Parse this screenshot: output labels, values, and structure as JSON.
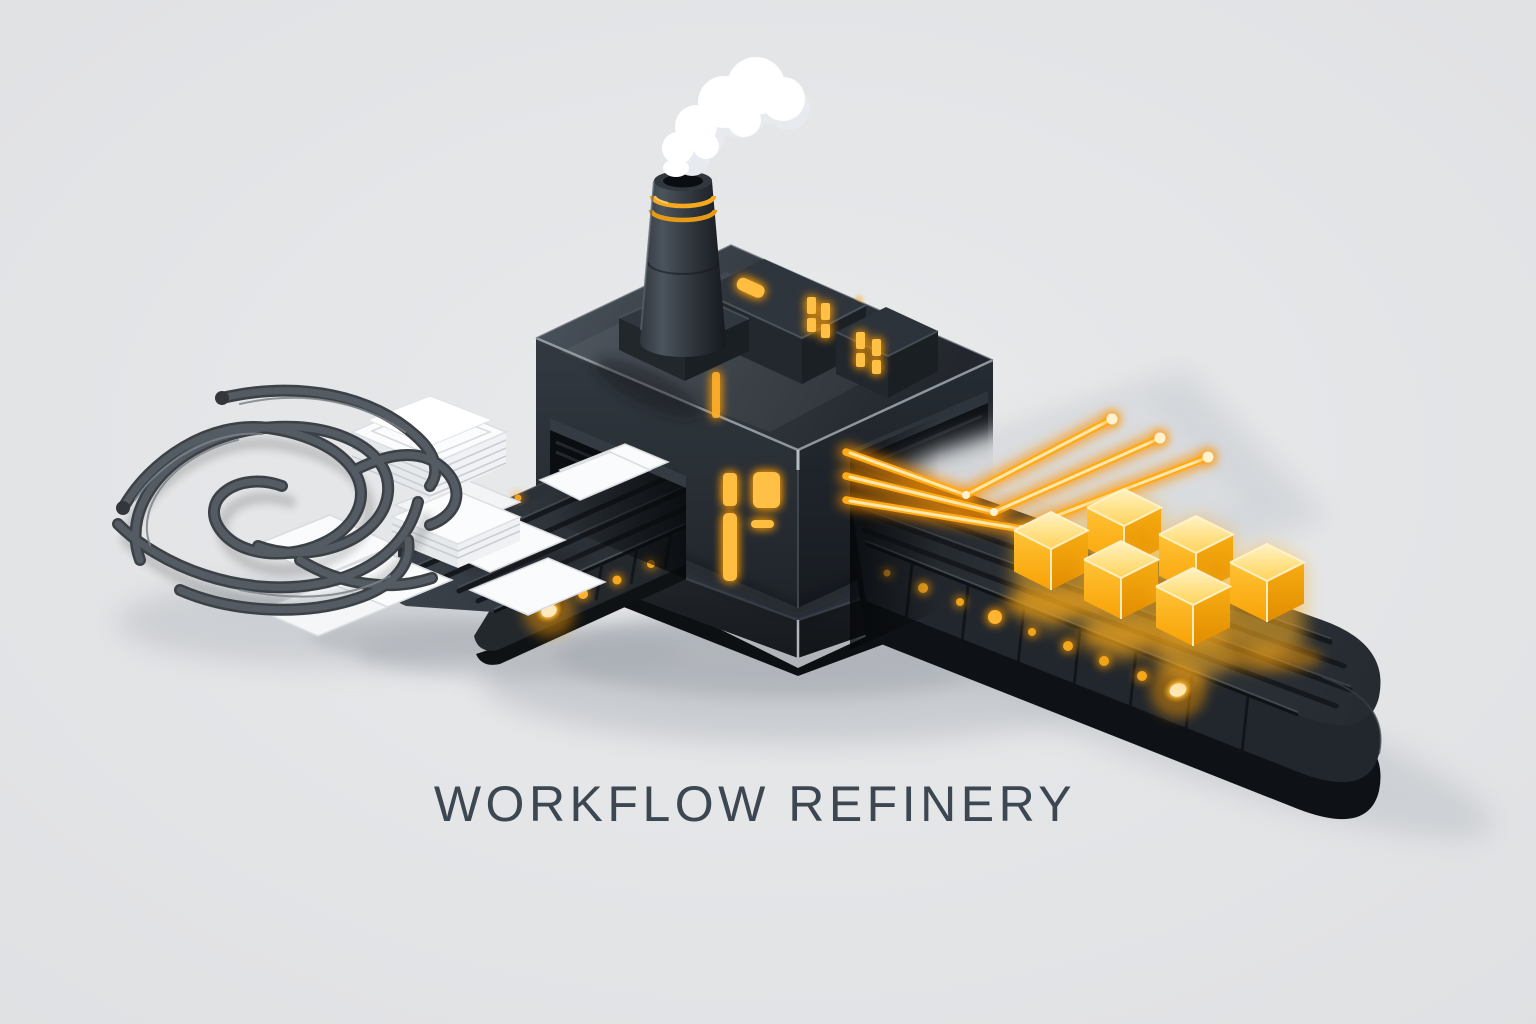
{
  "title": {
    "text": "WORKFLOW REFINERY"
  },
  "palette": {
    "background": "#e3e4e6",
    "title_text": "#3d4751",
    "machine_body_dark": "#23282e",
    "machine_body_light": "#343b43",
    "accent_orange": "#ffa91c",
    "neon_core": "#ffe7ae",
    "window_glow": "#ffbe41",
    "cube_gold_light": "#ffe9a6",
    "cube_gold_deep": "#ef9a02",
    "paper_white": "#fafbfc",
    "cable_gray": "#4a5057",
    "smoke_white": "#ffffff",
    "ground_shadow": "#a7acb2"
  },
  "scene": {
    "machine_label": "workflow-refinery-machine",
    "input_side_label": "tangled-cables-and-loose-papers",
    "output_side_label": "glowing-cubes-on-conveyor",
    "chimney_ring_count": 2,
    "neon_line_count": 3,
    "output_cube_count": 6
  }
}
